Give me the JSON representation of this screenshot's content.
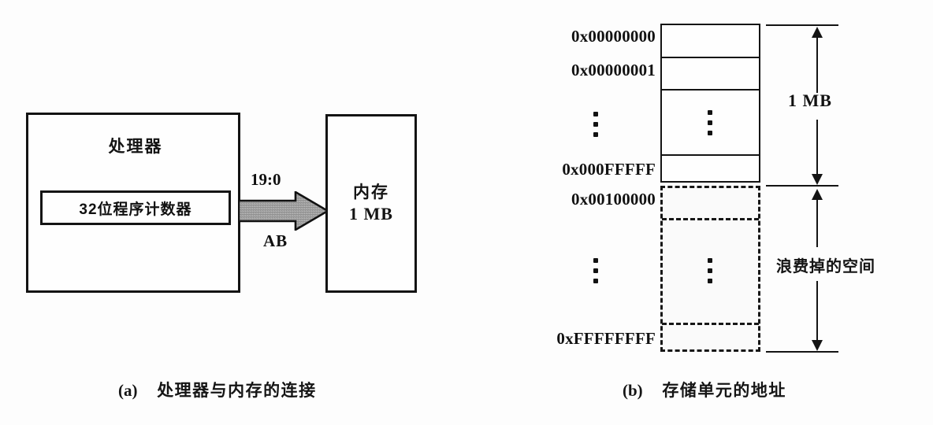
{
  "figure": {
    "panels": [
      {
        "id": "a",
        "caption_tag": "(a)",
        "caption_text": "处理器与内存的连接"
      },
      {
        "id": "b",
        "caption_tag": "(b)",
        "caption_text": "存储单元的地址"
      }
    ]
  },
  "panel_a": {
    "processor": {
      "title": "处理器",
      "program_counter": "32位程序计数器"
    },
    "bus": {
      "top_label": "19:0",
      "bottom_label": "AB",
      "arrow_icon": "right-block-arrow-icon",
      "fill_color": "#a8a8a8",
      "stroke_color": "#121212"
    },
    "memory": {
      "title": "内存",
      "size": "1 MB"
    }
  },
  "panel_b": {
    "addresses": [
      "0x00000000",
      "0x00000001",
      "0x000FFFFF",
      "0x00100000",
      "0xFFFFFFFF"
    ],
    "ellipsis_icon": "vertical-ellipsis-icon",
    "used_region": {
      "style": "solid",
      "start_address": "0x00000000",
      "end_address": "0x000FFFFF",
      "dimension_label": "1 MB"
    },
    "wasted_region": {
      "style": "dashed",
      "start_address": "0x00100000",
      "end_address": "0xFFFFFFFF",
      "dimension_label": "浪费掉的空间"
    }
  },
  "colors": {
    "background": "#fdfdfd",
    "ink": "#141414",
    "arrow_fill": "#a8a8a8"
  }
}
